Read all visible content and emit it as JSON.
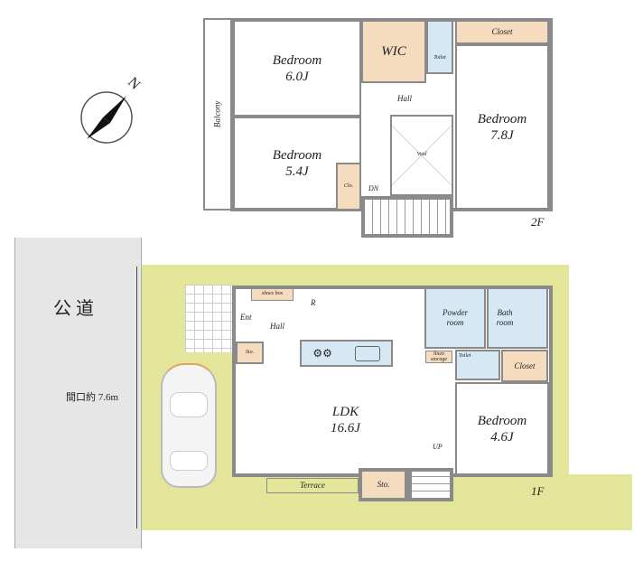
{
  "compass": {
    "label": "N"
  },
  "road": {
    "label": "公 道",
    "frontage": "間口約 7.6m"
  },
  "floor2": {
    "floor_label": "2F",
    "balcony": "Balcony",
    "bedroom_a": {
      "name": "Bedroom",
      "size": "6.0J"
    },
    "bedroom_b": {
      "name": "Bedroom",
      "size": "5.4J"
    },
    "bedroom_c": {
      "name": "Bedroom",
      "size": "7.8J"
    },
    "wic": "WIC",
    "toilet": "Toilet",
    "closet": "Closet",
    "hall": "Hall",
    "void": "Void",
    "clo": "Clo.",
    "stairs": "DN"
  },
  "floor1": {
    "floor_label": "1F",
    "shoes_box": "shoes box",
    "ent": "Ent",
    "hall": "Hall",
    "sto_a": "Sto.",
    "fridge": "R",
    "ldk": {
      "name": "LDK",
      "size": "16.6J"
    },
    "powder": "Powder room",
    "bath": "Bath room",
    "linen": "linen storage",
    "toilet": "Toilet",
    "closet": "Closet",
    "bedroom": {
      "name": "Bedroom",
      "size": "4.6J"
    },
    "stairs": "UP",
    "sto_b": "Sto.",
    "terrace": "Terrace"
  },
  "colors": {
    "lot": "#e3e69a",
    "road": "#e6e6e6",
    "storage": "#f5dcbf",
    "wet": "#d6e8f3",
    "wall": "#8a8a8a"
  }
}
